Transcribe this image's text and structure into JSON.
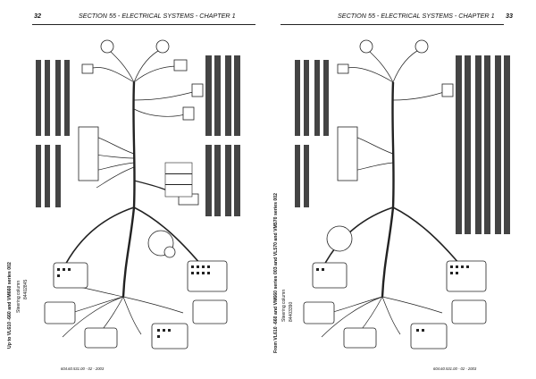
{
  "pages": [
    {
      "number": "32",
      "header": "SECTION 55 - ELECTRICAL SYSTEMS - CHAPTER 1",
      "footer": "604.60.531.00 - 02 - 2003",
      "title": "Up to VL610 -660 and VM660 series 002",
      "subtitle": "Steering column",
      "code": "84402845"
    },
    {
      "number": "33",
      "header": "SECTION 55 - ELECTRICAL SYSTEMS - CHAPTER 1",
      "footer": "604.60.531.00 - 02 - 2003",
      "title": "From VL610 -660 and VM660 series 003 and VL570 and VM570 series 002",
      "subtitle": "Steering column",
      "code": "84403390"
    }
  ]
}
